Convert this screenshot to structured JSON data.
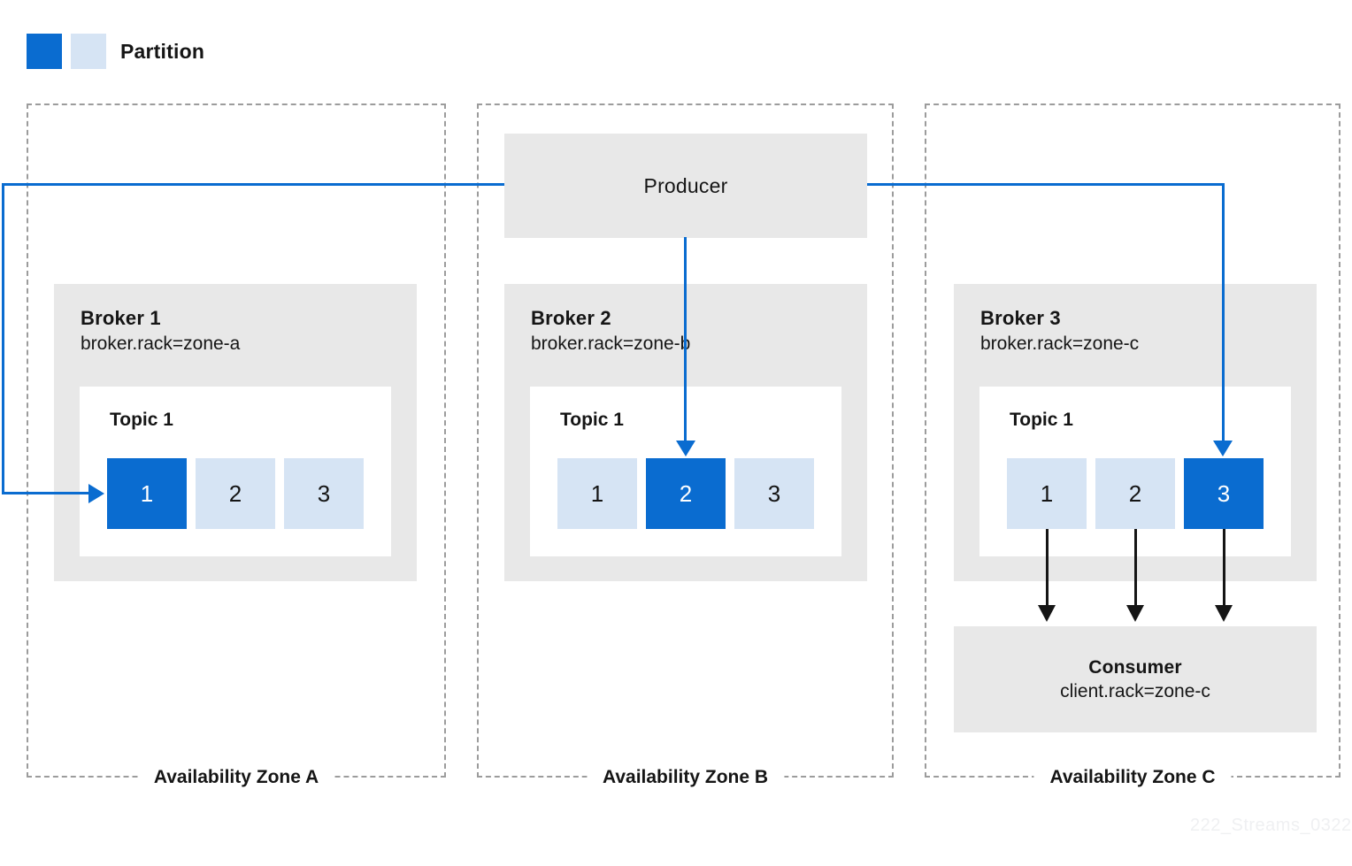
{
  "legend": {
    "label": "Partition",
    "swatches": [
      {
        "name": "partition-active-swatch",
        "color": "#0a6cd0"
      },
      {
        "name": "partition-inactive-swatch",
        "color": "#d6e4f4"
      }
    ]
  },
  "producer": {
    "label": "Producer"
  },
  "zones": [
    {
      "label": "Availability Zone A",
      "broker": {
        "title": "Broker 1",
        "config": "broker.rack=zone-a"
      },
      "topic": {
        "label": "Topic 1",
        "partitions": [
          "1",
          "2",
          "3"
        ],
        "active_partition": 0
      }
    },
    {
      "label": "Availability Zone B",
      "broker": {
        "title": "Broker 2",
        "config": "broker.rack=zone-b"
      },
      "topic": {
        "label": "Topic 1",
        "partitions": [
          "1",
          "2",
          "3"
        ],
        "active_partition": 1
      }
    },
    {
      "label": "Availability Zone C",
      "broker": {
        "title": "Broker 3",
        "config": "broker.rack=zone-c"
      },
      "topic": {
        "label": "Topic 1",
        "partitions": [
          "1",
          "2",
          "3"
        ],
        "active_partition": 2
      },
      "consumer": {
        "title": "Consumer",
        "config": "client.rack=zone-c"
      }
    }
  ],
  "colors": {
    "partition_active": "#0a6cd0",
    "partition_inactive": "#d6e4f4",
    "box_background": "#e8e8e8",
    "arrow_blue": "#0a6cd0",
    "arrow_black": "#151515",
    "dashed_border": "#9c9c9c",
    "text": "#151515"
  },
  "watermark": "222_Streams_0322"
}
